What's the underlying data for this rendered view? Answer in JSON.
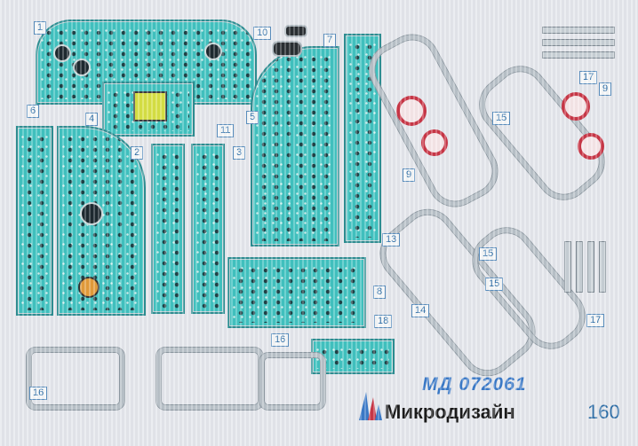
{
  "sheet": {
    "code": "МД 072061",
    "manufacturer": "Микродизайн",
    "page_number": "160",
    "accent": "#41c3c1",
    "label_color": "#2f6fa8"
  },
  "part_labels": [
    {
      "id": "1",
      "text": "1"
    },
    {
      "id": "2",
      "text": "2"
    },
    {
      "id": "3",
      "text": "3"
    },
    {
      "id": "4",
      "text": "4"
    },
    {
      "id": "5",
      "text": "5"
    },
    {
      "id": "6",
      "text": "6"
    },
    {
      "id": "7",
      "text": "7"
    },
    {
      "id": "8",
      "text": "8"
    },
    {
      "id": "9a",
      "text": "9"
    },
    {
      "id": "9b",
      "text": "9"
    },
    {
      "id": "10",
      "text": "10"
    },
    {
      "id": "11",
      "text": "11"
    },
    {
      "id": "13",
      "text": "13"
    },
    {
      "id": "14",
      "text": "14"
    },
    {
      "id": "15a",
      "text": "15"
    },
    {
      "id": "15b",
      "text": "15"
    },
    {
      "id": "15c",
      "text": "15"
    },
    {
      "id": "16a",
      "text": "16"
    },
    {
      "id": "16b",
      "text": "16"
    },
    {
      "id": "17a",
      "text": "17"
    },
    {
      "id": "17b",
      "text": "17"
    },
    {
      "id": "18",
      "text": "18"
    }
  ]
}
